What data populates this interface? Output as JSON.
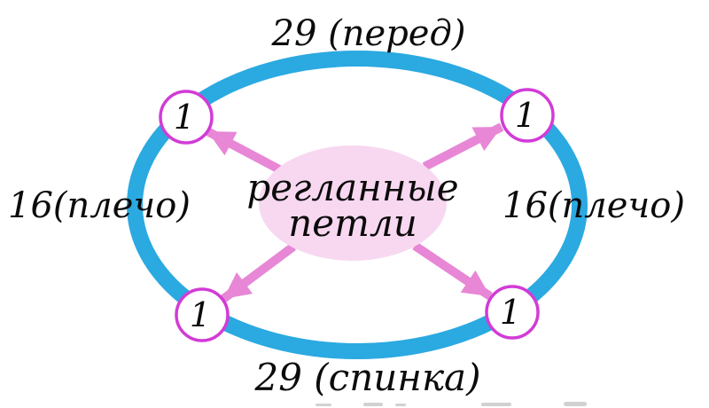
{
  "diagram": {
    "type": "knitting-raglan-cast-on-distribution",
    "labels": {
      "top": "29 (перед)",
      "bottom": "29 (спинка)",
      "left": "16(плечо)",
      "right": "16(плечо)"
    },
    "center": {
      "line1": "регланные",
      "line2": "петли"
    },
    "markers": [
      {
        "position": "top-left",
        "value": "1"
      },
      {
        "position": "top-right",
        "value": "1"
      },
      {
        "position": "bottom-left",
        "value": "1"
      },
      {
        "position": "bottom-right",
        "value": "1"
      }
    ],
    "colors": {
      "ring": "#2BA9E1",
      "marker_stroke": "#D23BD6",
      "arrow": "#E787D6",
      "center_fill": "#F7D8F0",
      "text": "#0B0B0B",
      "background": "#FFFFFF"
    }
  }
}
